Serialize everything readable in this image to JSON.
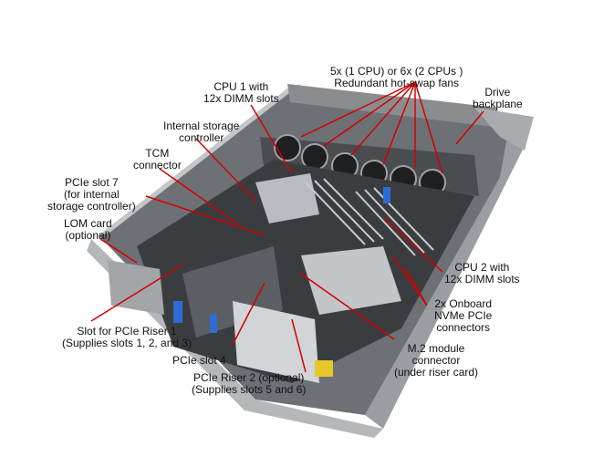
{
  "colors": {
    "callout": "#d40000",
    "chassis": "#8f9396",
    "board": "#3a3d40",
    "label": "#111111"
  },
  "labels": {
    "fans": {
      "line1": "5x (1 CPU) or 6x (2 CPUs )",
      "line2": "Redundant hot-swap fans"
    },
    "drive": {
      "line1": "Drive",
      "line2": "backplane"
    },
    "cpu1": {
      "line1": "CPU 1 with",
      "line2": "12x DIMM slots"
    },
    "storage_ctrl": {
      "line1": "Internal storage",
      "line2": "controller"
    },
    "tcm": {
      "line1": "TCM",
      "line2": "connector"
    },
    "pcie7": {
      "line1": "PCIe slot 7",
      "line2": "(for internal",
      "line3": "storage controller)"
    },
    "lom": {
      "line1": "LOM card",
      "line2": "(optional)"
    },
    "cpu2": {
      "line1": "CPU 2 with",
      "line2": "12x DIMM slots"
    },
    "nvme": {
      "line1": "2x Onboard",
      "line2": "NVMe PCIe",
      "line3": "connectors"
    },
    "m2": {
      "line1": "M.2 module",
      "line2": "connector",
      "line3": "(under riser card)"
    },
    "riser1": {
      "line1": "Slot for PCIe Riser 1",
      "line2": "(Supplies slots 1, 2, and 3)"
    },
    "pcie4": {
      "line1": "PCIe slot 4"
    },
    "riser2": {
      "line1": "PCIe Riser 2 (optional)",
      "line2": "(Supplies slots 5 and 6)"
    }
  }
}
